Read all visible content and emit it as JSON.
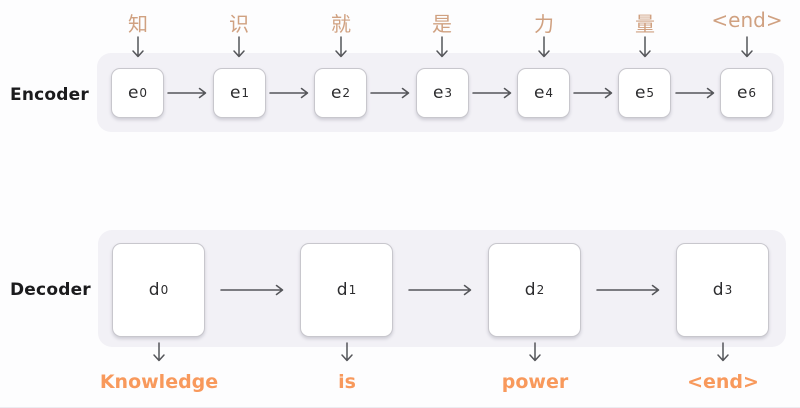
{
  "diagram": {
    "title": "seq2seq-encoder-decoder",
    "colors": {
      "input_token_text": "#d0a181",
      "output_token_text": "#f8995c",
      "band_background": "#f2f1f6",
      "cell_background": "#ffffff",
      "cell_border": "#c8c7cd",
      "cell_text": "#2c2c2e",
      "section_label_text": "#1b1b1d",
      "arrow_stroke": "#55565a",
      "page_background": "#fdfdfe"
    }
  },
  "encoder": {
    "label": "Encoder",
    "input_tokens": [
      "知",
      "识",
      "就",
      "是",
      "力",
      "量",
      "<end>"
    ],
    "cells": [
      {
        "base": "e",
        "sub": "0"
      },
      {
        "base": "e",
        "sub": "1"
      },
      {
        "base": "e",
        "sub": "2"
      },
      {
        "base": "e",
        "sub": "3"
      },
      {
        "base": "e",
        "sub": "4"
      },
      {
        "base": "e",
        "sub": "5"
      },
      {
        "base": "e",
        "sub": "6"
      }
    ]
  },
  "decoder": {
    "label": "Decoder",
    "cells": [
      {
        "base": "d",
        "sub": "0"
      },
      {
        "base": "d",
        "sub": "1"
      },
      {
        "base": "d",
        "sub": "2"
      },
      {
        "base": "d",
        "sub": "3"
      }
    ],
    "output_tokens": [
      "Knowledge",
      "is",
      "power",
      "<end>"
    ]
  }
}
